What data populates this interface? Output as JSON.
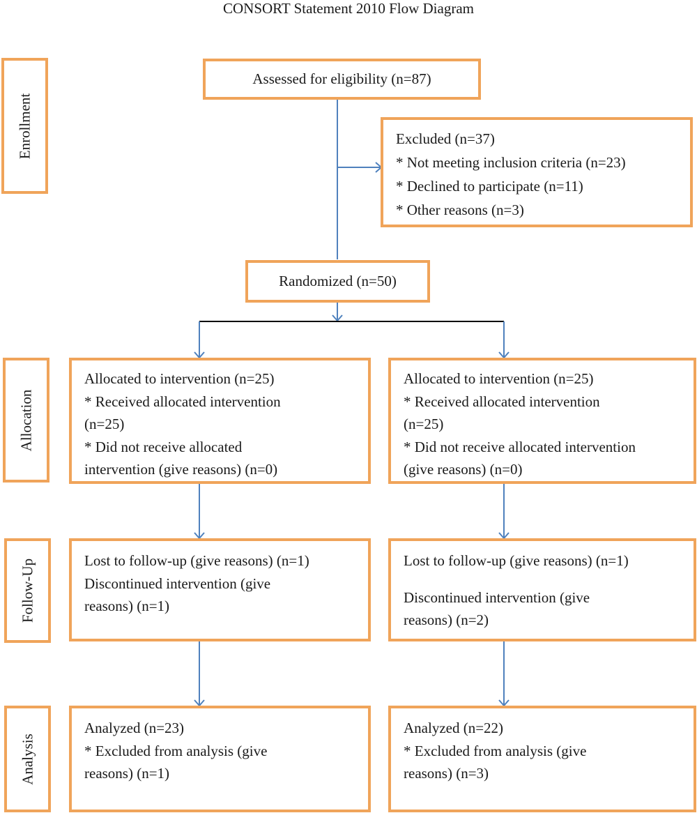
{
  "title": "CONSORT Statement 2010 Flow Diagram",
  "stages": {
    "enrollment": "Enrollment",
    "allocation": "Allocation",
    "follow_up": "Follow-Up",
    "analysis": "Analysis"
  },
  "assessed": "Assessed for eligibility (n=87)",
  "excluded": [
    "Excluded (n=37)",
    "* Not meeting inclusion criteria (n=23)",
    "* Declined to participate (n=11)",
    "* Other reasons (n=3)"
  ],
  "randomized": "Randomized (n=50)",
  "left": {
    "allocation": [
      "Allocated to intervention (n=25)",
      "* Received allocated intervention",
      "(n=25)",
      "* Did not receive allocated",
      "intervention (give reasons) (n=0)"
    ],
    "follow_up": [
      "Lost to follow-up (give reasons) (n=1)",
      "Discontinued intervention (give",
      "reasons) (n=1)"
    ],
    "analysis": [
      "Analyzed (n=23)",
      "* Excluded from analysis (give",
      "reasons) (n=1)"
    ]
  },
  "right": {
    "allocation": [
      "Allocated to intervention (n=25)",
      "* Received allocated intervention",
      "(n=25)",
      "* Did not receive allocated intervention",
      "(give reasons) (n=0)"
    ],
    "follow_up": [
      "Lost to follow-up (give reasons) (n=1)",
      "Discontinued intervention (give",
      "reasons) (n=2)"
    ],
    "analysis": [
      "Analyzed (n=22)",
      "* Excluded from analysis (give",
      "reasons) (n=3)"
    ]
  },
  "colors": {
    "box_border": "#f0a45a",
    "arrow": "#4f81bd",
    "bar": "#000000"
  }
}
